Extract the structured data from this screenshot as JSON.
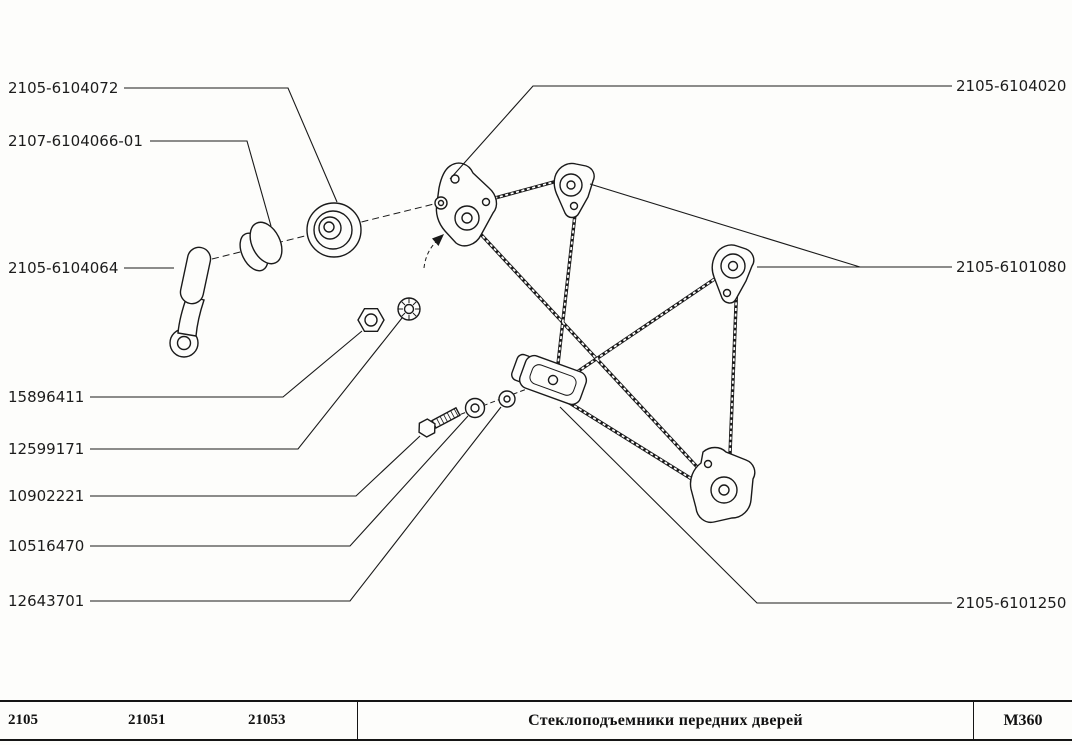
{
  "diagram": {
    "labels_left": [
      {
        "text": "2105-6104072"
      },
      {
        "text": "2107-6104066-01"
      },
      {
        "text": "2105-6104064"
      },
      {
        "text": "15896411"
      },
      {
        "text": "12599171"
      },
      {
        "text": "10902221"
      },
      {
        "text": "10516470"
      },
      {
        "text": "12643701"
      }
    ],
    "labels_right": [
      {
        "text": "2105-6104020"
      },
      {
        "text": "2105-6101080"
      },
      {
        "text": "2105-6101250"
      }
    ]
  },
  "footer": {
    "models": [
      "2105",
      "21051",
      "21053"
    ],
    "title": "Стеклоподъемники передних дверей",
    "code": "М360"
  },
  "colors": {
    "line": "#1a1a1a",
    "background": "#fdfdfb"
  }
}
